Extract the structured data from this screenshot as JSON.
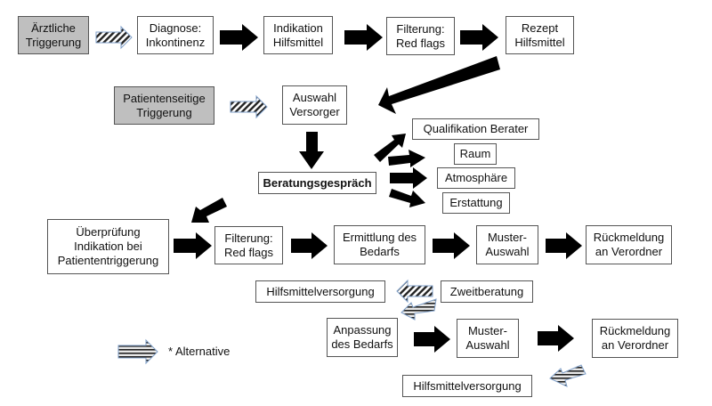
{
  "nodes": {
    "aerztliche_triggerung": "Ärztliche\nTriggerung",
    "diagnose": "Diagnose:\nInkontinenz",
    "indikation": "Indikation\nHilfsmittel",
    "filterung_1": "Filterung:\nRed flags",
    "rezept": "Rezept\nHilfsmittel",
    "patientenseitige_triggerung": "Patientenseitige\nTriggerung",
    "auswahl_versorger": "Auswahl\nVersorger",
    "beratungsgespraech": "Beratungsgespräch",
    "qualifikation_berater": "Qualifikation Berater",
    "raum": "Raum",
    "atmosphaere": "Atmosphäre",
    "erstattung": "Erstattung",
    "ueberpruefung": "Überprüfung\nIndikation bei\nPatiententriggerung",
    "filterung_2": "Filterung:\nRed flags",
    "ermittlung": "Ermittlung des\nBedarfs",
    "muster_auswahl_1": "Muster-\nAuswahl",
    "rueckmeldung_1": "Rückmeldung\nan Verordner",
    "hilfsmittelversorgung_1": "Hilfsmittelversorgung",
    "zweitberatung": "Zweitberatung",
    "anpassung": "Anpassung\ndes Bedarfs",
    "muster_auswahl_2": "Muster-\nAuswahl",
    "rueckmeldung_2": "Rückmeldung\nan Verordner",
    "hilfsmittelversorgung_2": "Hilfsmittelversorgung"
  },
  "legend": {
    "alternative_label": "* Alternative"
  },
  "colors": {
    "trigger_fill": "#bfbfbf",
    "arrow_fill": "#000000",
    "alt_arrow_outline": "#7f9fc8"
  }
}
